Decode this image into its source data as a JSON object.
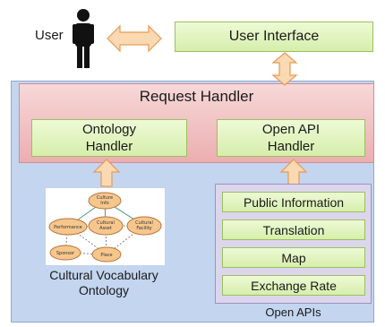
{
  "user_label": "User",
  "ui_label": "User Interface",
  "request_handler": {
    "title": "Request Handler",
    "ontology_handler": [
      "Ontology",
      "Handler"
    ],
    "openapi_handler": [
      "Open API",
      "Handler"
    ]
  },
  "ontology": {
    "label": [
      "Cultural Vocabulary",
      "Ontology"
    ],
    "nodes": {
      "culture_info": "Culture Info",
      "performance": "Performance",
      "cultural_asset": "Cultural Asset",
      "cultural_facility": "Cultural Facility",
      "sponsor": "Sponsor",
      "place": "Place"
    }
  },
  "open_apis": {
    "items": [
      "Public Information",
      "Translation",
      "Map",
      "Exchange Rate"
    ],
    "label": "Open APIs"
  },
  "colors": {
    "arrow_fill": "#fbd9b3",
    "arrow_stroke": "#e79a55",
    "green": "#d6eeab",
    "pink": "#ecaeb0",
    "blue": "#c3d5ef",
    "lavender": "#dcd6ec",
    "node_fill": "#f6c78d"
  }
}
